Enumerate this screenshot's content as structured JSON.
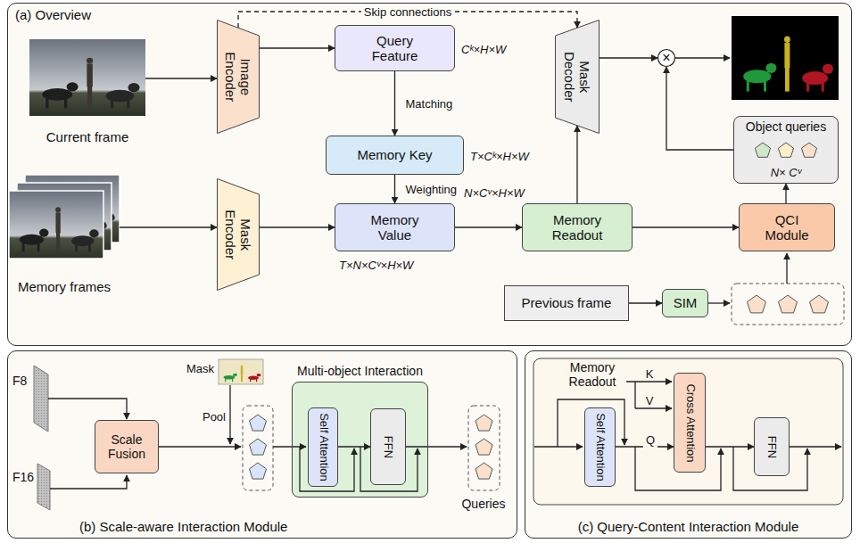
{
  "diagram": {
    "nodes": [
      {
        "text": [
          "(a) Overview"
        ]
      },
      {
        "text": [
          "Current frame"
        ],
        "in": 0
      },
      {
        "text": [
          "Memory frames"
        ],
        "in": 0
      },
      {
        "text": [
          "Image Encoder"
        ],
        "in": 0
      },
      {
        "text": [
          "Mask Encoder"
        ],
        "in": 0
      },
      {
        "text": [
          "Query Feature"
        ],
        "in": 0
      },
      {
        "text": [
          "Memory Key"
        ],
        "in": 0
      },
      {
        "text": [
          "Memory Value"
        ],
        "in": 0
      },
      {
        "text": [
          "Mask Decoder"
        ],
        "in": 0
      },
      {
        "text": [
          "Memory Readout"
        ],
        "in": 0
      },
      {
        "text": [
          "×"
        ],
        "in": 0
      },
      {
        "text": [
          "Object queries",
          "N× Cᵛ"
        ],
        "in": 0
      },
      {
        "text": [
          "QCI Module"
        ],
        "in": 0
      },
      {
        "text": [
          "Previous frame"
        ],
        "in": 0
      },
      {
        "text": [
          "SIM"
        ],
        "in": 0
      },
      {
        "text": [
          "(b) Scale-aware Interaction Module"
        ]
      },
      {
        "text": [
          "Scale Fusion"
        ],
        "in": 15
      },
      {
        "text": [
          "Multi-object Interaction"
        ],
        "in": 15
      },
      {
        "text": [
          "Self Attention"
        ],
        "in": 17
      },
      {
        "text": [
          "FFN"
        ],
        "in": 17
      },
      {
        "text": [
          "(c) Query-Content Interaction Module"
        ]
      },
      {
        "text": [
          "Self Attention"
        ],
        "in": 20
      },
      {
        "text": [
          "Cross Attention"
        ],
        "in": 20
      },
      {
        "text": [
          "FFN"
        ],
        "in": 20
      }
    ],
    "edges": [
      {
        "from": 1,
        "to": 3,
        "arrow": "to"
      },
      {
        "from": 3,
        "to": 5,
        "arrow": "to"
      },
      {
        "from": 3,
        "to": 8,
        "arrow": "to",
        "label": "Skip connections"
      },
      {
        "from": 5,
        "to": 6,
        "arrow": "to",
        "label": "Matching"
      },
      {
        "from": 6,
        "to": 7,
        "arrow": "to",
        "label": "Weighting"
      },
      {
        "from": 2,
        "to": 4,
        "arrow": "to"
      },
      {
        "from": 4,
        "to": 7,
        "arrow": "to"
      },
      {
        "from": 7,
        "to": 9,
        "arrow": "to"
      },
      {
        "from": 9,
        "to": 8,
        "arrow": "to"
      },
      {
        "from": 9,
        "to": 12,
        "arrow": "to"
      },
      {
        "from": 12,
        "to": 11,
        "arrow": "to"
      },
      {
        "from": 11,
        "to": 10,
        "arrow": "to"
      },
      {
        "from": 8,
        "to": 10,
        "arrow": "to"
      },
      {
        "from": 13,
        "to": 14,
        "arrow": "to"
      },
      {
        "from": 18,
        "to": 19,
        "arrow": "to"
      },
      {
        "from": 21,
        "to": 22,
        "arrow": "to",
        "label": "Q"
      },
      {
        "from": 22,
        "to": 23,
        "arrow": "to"
      }
    ],
    "labels": [
      "Cᵏ×H×W",
      "T×Cᵏ×H×W",
      "T×N×Cᵛ×H×W",
      "N×Cᵛ×H×W",
      "F8",
      "F16",
      "Mask",
      "Pool",
      "Queries",
      "Memory Readout",
      "K",
      "V"
    ]
  }
}
